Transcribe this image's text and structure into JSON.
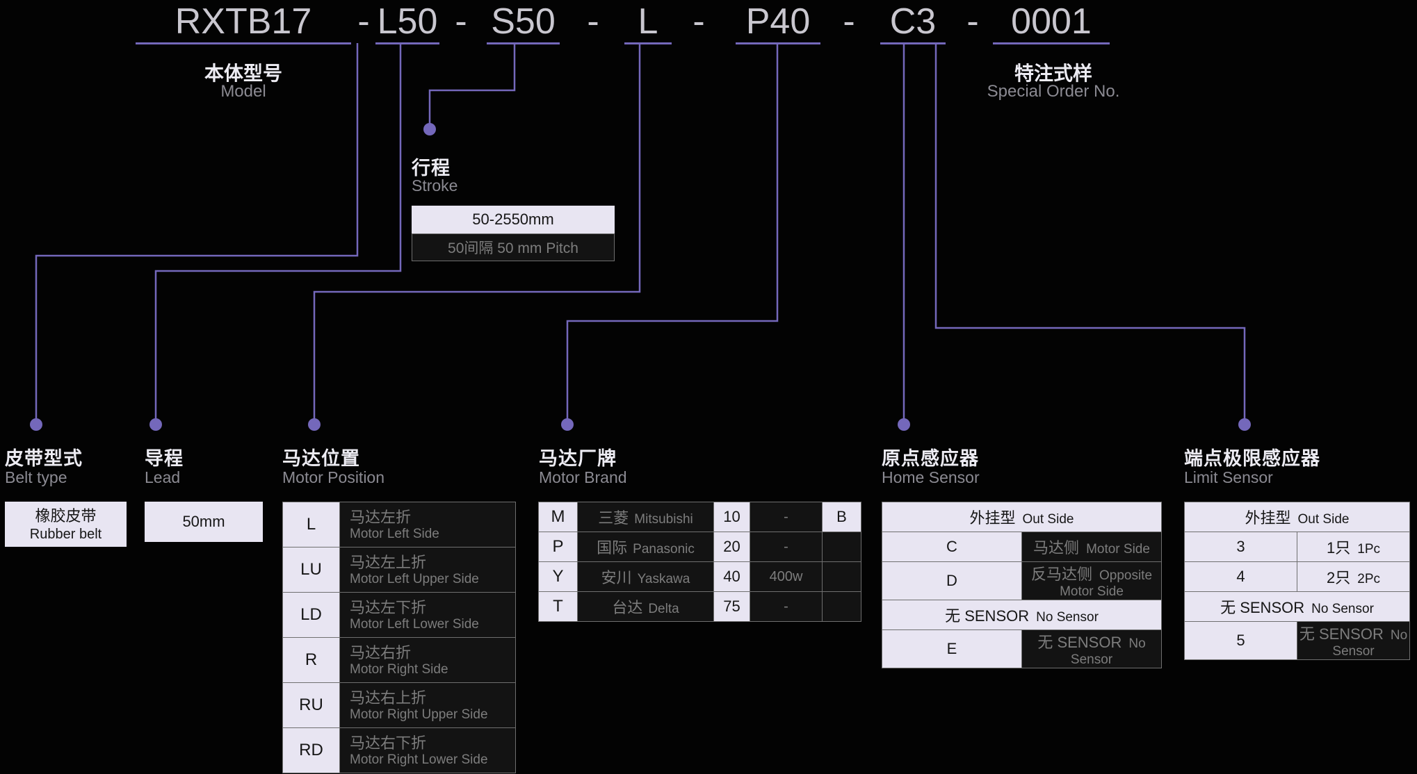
{
  "title": {
    "separator": "-",
    "segments": {
      "model": "RXTB17",
      "lead": "L50",
      "stroke": "S50",
      "motor_position": "L",
      "motor_brand": "P40",
      "sensor": "C3",
      "special": "0001"
    }
  },
  "model_label": {
    "zh": "本体型号",
    "en": "Model"
  },
  "special_order_label": {
    "zh": "特注式样",
    "en": "Special Order No."
  },
  "stroke": {
    "heading_zh": "行程",
    "heading_en": "Stroke",
    "range": "50-2550mm",
    "pitch": "50间隔 50 mm Pitch"
  },
  "belt_type": {
    "heading_zh": "皮带型式",
    "heading_en": "Belt type",
    "value_zh": "橡胶皮带",
    "value_en": "Rubber belt"
  },
  "lead": {
    "heading_zh": "导程",
    "heading_en": "Lead",
    "value": "50mm"
  },
  "motor_position": {
    "heading_zh": "马达位置",
    "heading_en": "Motor Position",
    "rows": [
      {
        "code": "L",
        "zh": "马达左折",
        "en": "Motor Left Side"
      },
      {
        "code": "LU",
        "zh": "马达左上折",
        "en": "Motor Left Upper Side"
      },
      {
        "code": "LD",
        "zh": "马达左下折",
        "en": "Motor Left Lower Side"
      },
      {
        "code": "R",
        "zh": "马达右折",
        "en": "Motor Right Side"
      },
      {
        "code": "RU",
        "zh": "马达右上折",
        "en": "Motor Right Upper Side"
      },
      {
        "code": "RD",
        "zh": "马达右下折",
        "en": "Motor Right Lower Side"
      }
    ]
  },
  "motor_brand": {
    "heading_zh": "马达厂牌",
    "heading_en": "Motor Brand",
    "rows": [
      {
        "code": "M",
        "brand_zh": "三菱",
        "brand_en": "Mitsubishi",
        "num": "10",
        "power": "-",
        "suffix": "B"
      },
      {
        "code": "P",
        "brand_zh": "国际",
        "brand_en": "Panasonic",
        "num": "20",
        "power": "-",
        "suffix": ""
      },
      {
        "code": "Y",
        "brand_zh": "安川",
        "brand_en": "Yaskawa",
        "num": "40",
        "power": "400w",
        "suffix": ""
      },
      {
        "code": "T",
        "brand_zh": "台达",
        "brand_en": "Delta",
        "num": "75",
        "power": "-",
        "suffix": ""
      }
    ]
  },
  "home_sensor": {
    "heading_zh": "原点感应器",
    "heading_en": "Home Sensor",
    "header_zh": "外挂型",
    "header_en": "Out Side",
    "rows": [
      {
        "code": "C",
        "zh": "马达侧",
        "en": "Motor Side"
      },
      {
        "code": "D",
        "zh": "反马达侧",
        "en": "Opposite Motor Side"
      },
      {
        "code": "",
        "zh": "无 SENSOR",
        "en": "No Sensor"
      },
      {
        "code": "E",
        "zh": "无 SENSOR",
        "en": "No Sensor"
      }
    ]
  },
  "limit_sensor": {
    "heading_zh": "端点极限感应器",
    "heading_en": "Limit Sensor",
    "header_zh": "外挂型",
    "header_en": "Out Side",
    "rows": [
      {
        "code": "3",
        "zh": "1只",
        "en": "1Pc"
      },
      {
        "code": "4",
        "zh": "2只",
        "en": "2Pc"
      },
      {
        "code": "",
        "zh": "无 SENSOR",
        "en": "No Sensor"
      },
      {
        "code": "5",
        "zh": "无 SENSOR",
        "en": "No Sensor"
      }
    ]
  }
}
